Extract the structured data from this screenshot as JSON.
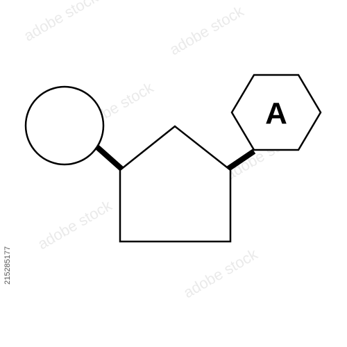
{
  "hexagon": {
    "label": "A"
  },
  "watermark": {
    "text": "adobe stock"
  },
  "stock_id": "215285177",
  "colors": {
    "stroke": "#000000",
    "fill": "#ffffff",
    "watermark": "#d9d9d9"
  }
}
